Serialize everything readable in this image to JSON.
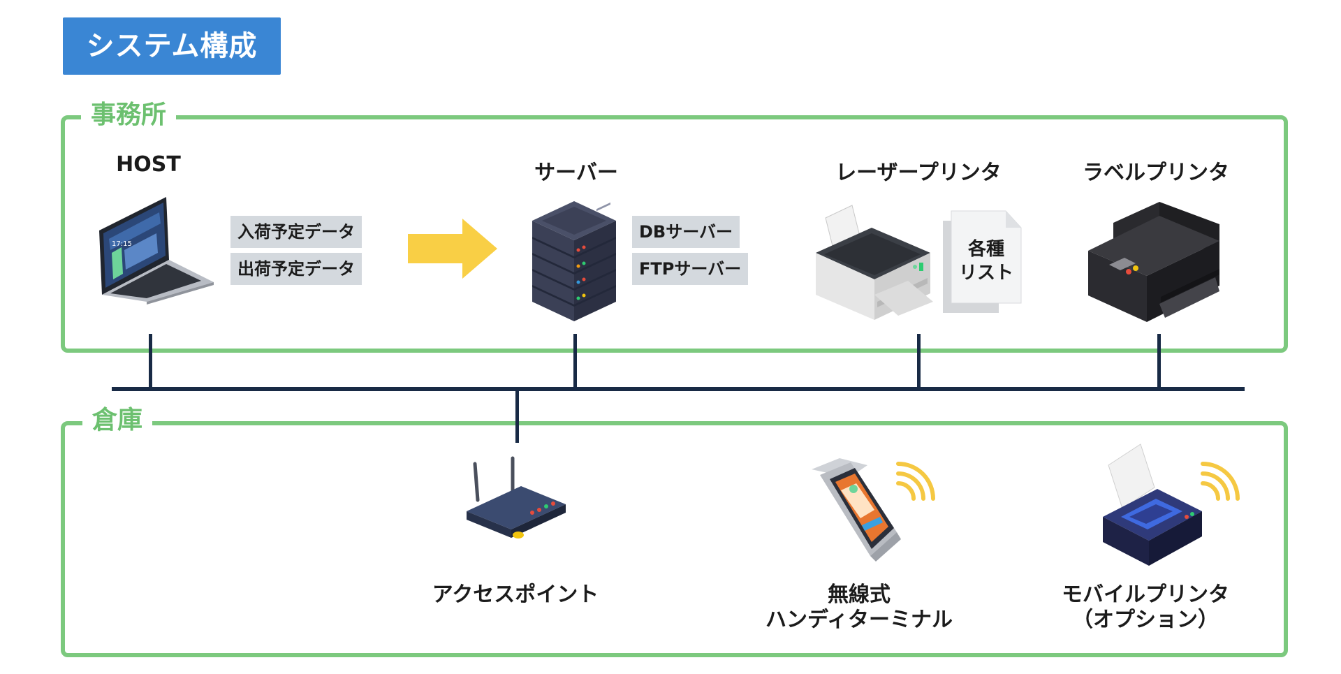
{
  "title": "システム構成",
  "zones": {
    "office": "事務所",
    "warehouse": "倉庫"
  },
  "devices": {
    "host": "HOST",
    "server": "サーバー",
    "laser_printer": "レーザープリンタ",
    "label_printer": "ラベルプリンタ",
    "access_point": "アクセスポイント",
    "handy_terminal": [
      "無線式",
      "ハンディターミナル"
    ],
    "mobile_printer": [
      "モバイルプリンタ",
      "（オプション）"
    ]
  },
  "host_tags": [
    "入荷予定データ",
    "出荷予定データ"
  ],
  "server_tags": [
    "DBサーバー",
    "FTPサーバー"
  ],
  "documents_label": [
    "各種",
    "リスト"
  ],
  "laptop_screen_time": "17:15",
  "colors": {
    "title_bg": "#3a86d4",
    "zone_border": "#7cc97e",
    "network_line": "#182a45",
    "arrow": "#f9cf45",
    "tag_bg": "#d4d9de",
    "wifi": "#f5c842"
  },
  "icons": [
    "laptop-icon",
    "arrow-icon",
    "server-icon",
    "laser-printer-icon",
    "documents-icon",
    "label-printer-icon",
    "router-icon",
    "handy-terminal-icon",
    "mobile-printer-icon",
    "wifi-icon"
  ]
}
